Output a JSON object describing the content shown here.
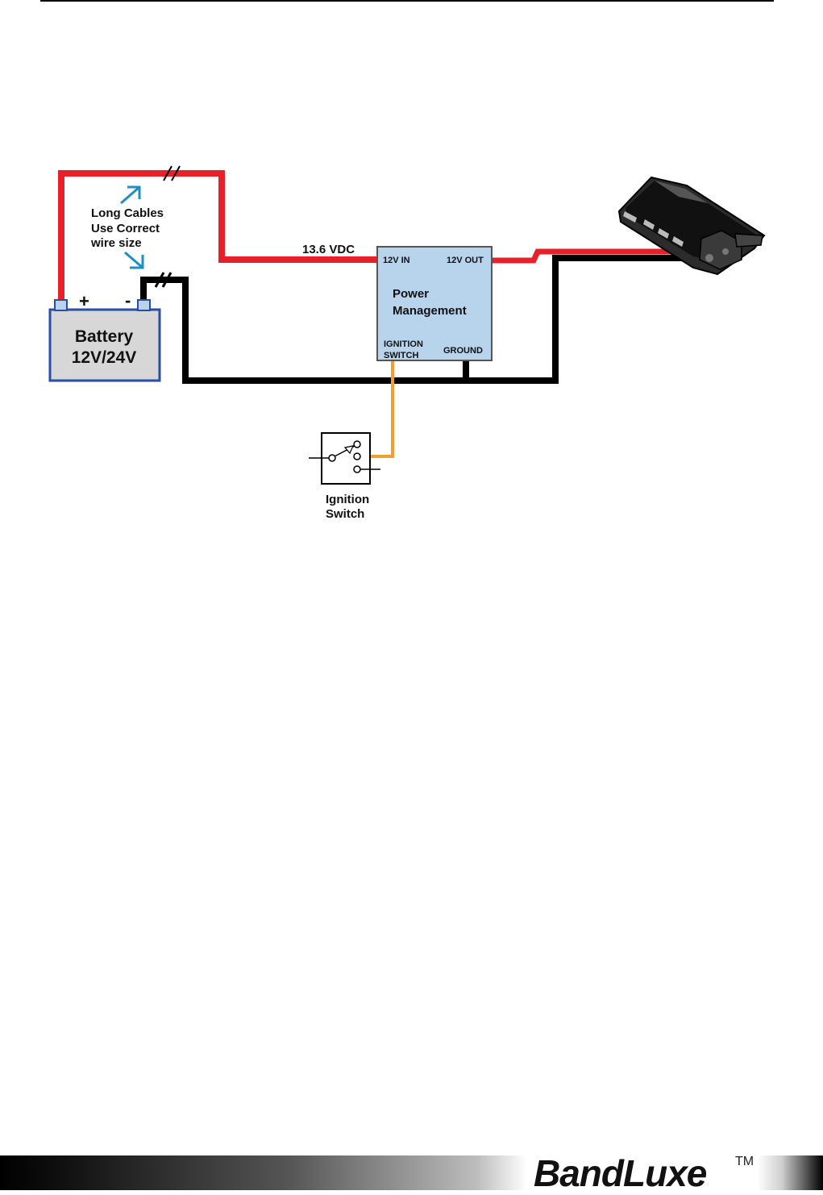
{
  "diagram": {
    "note_lines": [
      "Long Cables",
      "Use Correct",
      "wire size"
    ],
    "battery": {
      "name": "Battery",
      "voltage": "12V/24V",
      "plus": "+",
      "minus": "-"
    },
    "voltage_label": "13.6 VDC",
    "power_module": {
      "in_label": "12V IN",
      "out_label": "12V OUT",
      "title_lines": [
        "Power",
        "Management"
      ],
      "ignition_lines": [
        "IGNITION",
        "SWITCH"
      ],
      "ground_label": "GROUND"
    },
    "ignition_switch_lines": [
      "Ignition",
      "Switch"
    ],
    "colors": {
      "positive_wire": "#e8202a",
      "ground_wire": "#000000",
      "ignition_wire": "#f0a030",
      "note_arrows": "#1d8fc4",
      "battery_border": "#2a4ea8",
      "battery_fill": "#d7d7d7",
      "module_fill": "#b8d3ec"
    }
  },
  "footer": {
    "brand": "BandLuxe",
    "trademark": "TM"
  }
}
